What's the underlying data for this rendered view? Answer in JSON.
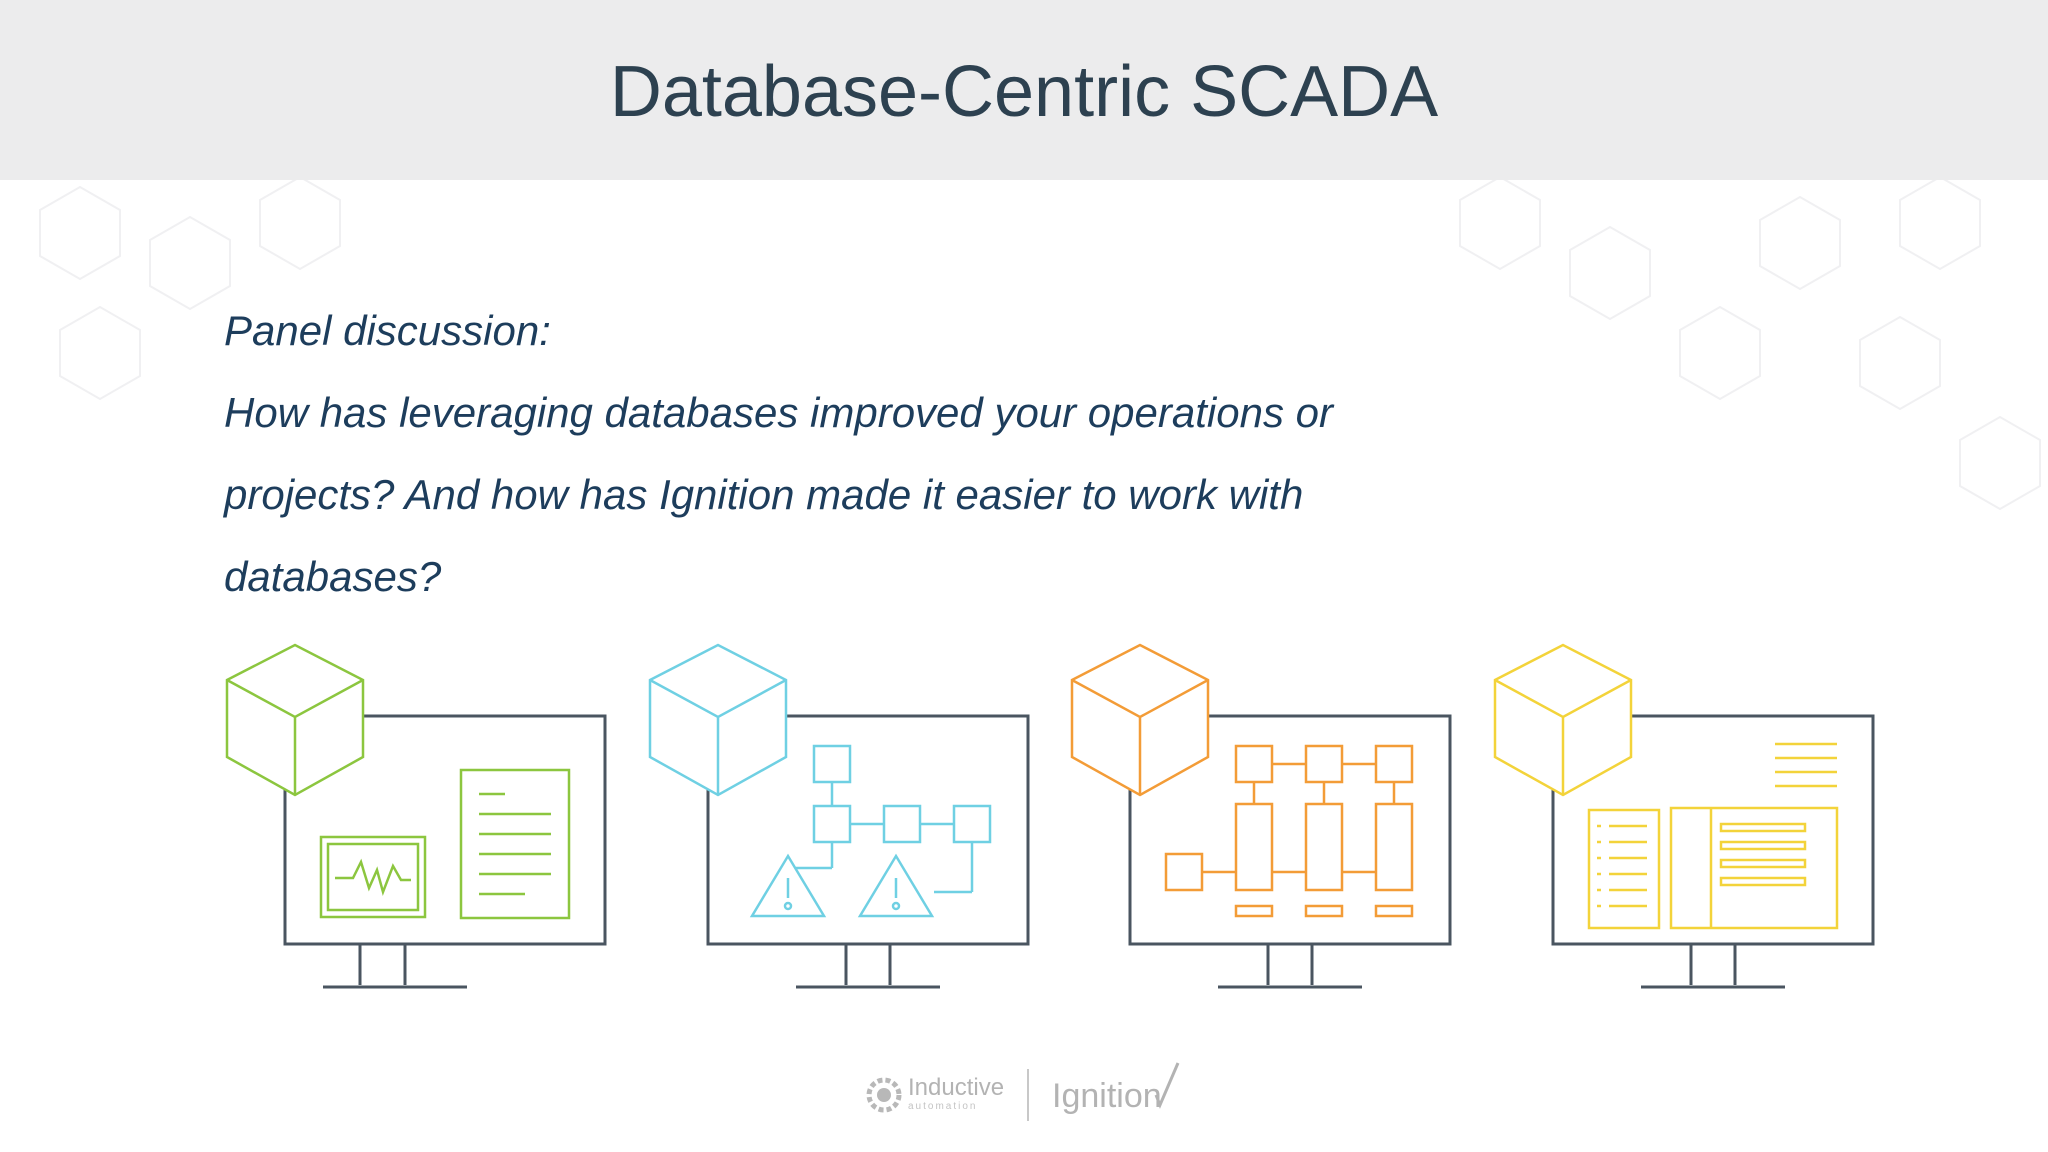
{
  "slide": {
    "title": "Database-Centric SCADA",
    "body_lines": [
      "Panel discussion:",
      "How has leveraging databases improved your operations or",
      "projects? And how has Ignition made it easier to work with",
      "databases?"
    ]
  },
  "colors": {
    "header_bg": "#ececed",
    "title_text": "#2d4150",
    "body_text": "#1d3d5c",
    "monitor_frame": "#4a5560",
    "monitor_1_accent": "#8cc63f",
    "monitor_2_accent": "#6fd0e3",
    "monitor_3_accent": "#f39c37",
    "monitor_4_accent": "#f3d33a"
  },
  "illustrations": [
    {
      "name": "monitor-with-trend-and-document",
      "icons": [
        "cube-icon",
        "trend-chart-icon",
        "document-icon"
      ]
    },
    {
      "name": "monitor-with-flow-diagram-and-alarms",
      "icons": [
        "cube-icon",
        "flow-diagram-icon",
        "warning-icon",
        "warning-icon"
      ]
    },
    {
      "name": "monitor-with-process-blocks",
      "icons": [
        "cube-icon",
        "process-blocks-icon"
      ]
    },
    {
      "name": "monitor-with-list-and-report",
      "icons": [
        "cube-icon",
        "list-icon",
        "report-icon"
      ]
    }
  ],
  "footer": {
    "brand_a": "Inductive",
    "brand_a_sub": "automation",
    "brand_b": "Ignition"
  }
}
